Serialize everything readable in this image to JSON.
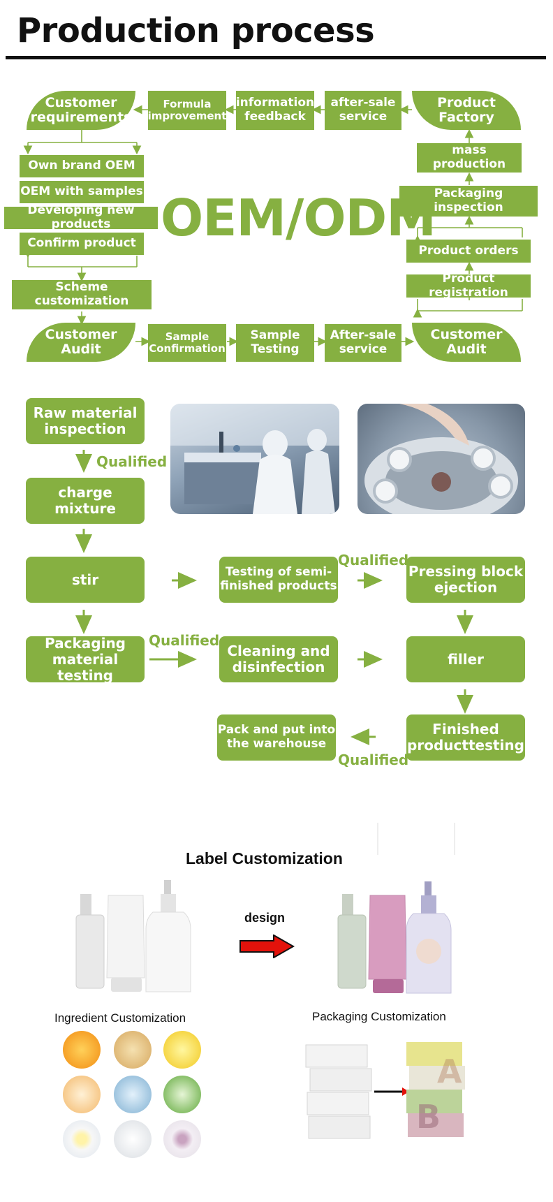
{
  "page_title": "Production process",
  "oem": {
    "center_text": "OEM/ODM",
    "top_row": {
      "customer_requirements": "Customer requirements",
      "formula_improvement": "Formula improvement",
      "information_feedback": "information feedback",
      "after_sale_service": "after-sale service",
      "product_factory": "Product Factory"
    },
    "left_col": [
      "Own brand OEM",
      "OEM with samples",
      "Developing new products",
      "Confirm product",
      "Scheme customization"
    ],
    "right_col": [
      "mass production",
      "Packaging inspection",
      "Product orders",
      "Product registration"
    ],
    "bottom_row": {
      "customer_audit_left": "Customer Audit",
      "sample_confirmation": "Sample Confirmation",
      "sample_testing": "Sample Testing",
      "after_sale_service": "After-sale service",
      "customer_audit_right": "Customer Audit"
    }
  },
  "process": {
    "raw_material": "Raw material inspection",
    "charge_mixture": "charge mixture",
    "stir": "stir",
    "testing_semi": "Testing of semi-finished products",
    "pressing_block": "Pressing block ejection",
    "packaging_testing": "Packaging material testing",
    "cleaning": "Cleaning and disinfection",
    "filler": "filler",
    "pack_warehouse": "Pack and put into the warehouse",
    "finished_testing": "Finished producttesting",
    "qualified": "Qualified"
  },
  "custom": {
    "label_customization": "Label Customization",
    "design": "design",
    "ingredient_customization": "Ingredient Customization",
    "packaging_customization": "Packaging Customization"
  },
  "colors": {
    "accent": "#86b041",
    "arrow_red": "#e3120b"
  }
}
